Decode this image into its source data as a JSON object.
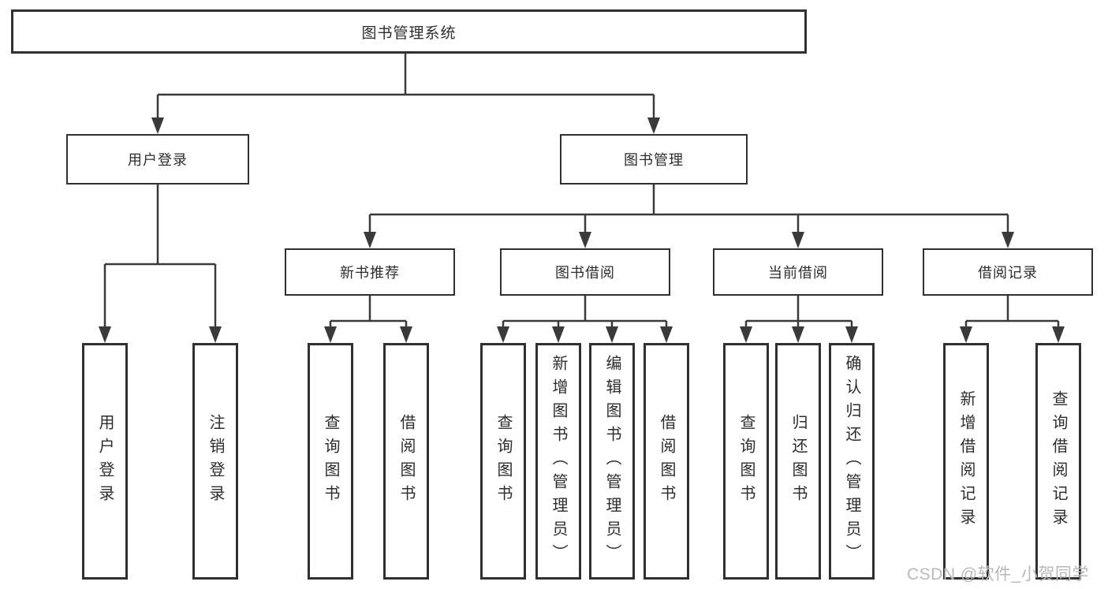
{
  "colors": {
    "background": "#ffffff",
    "line": "#3a3a3a",
    "box_border": "#303030",
    "text": "#2d2d2d",
    "watermark": "#b9b9b9"
  },
  "watermark": "CSDN @软件_小贺同学",
  "tree": {
    "label": "图书管理系统",
    "children": [
      {
        "label": "用户登录",
        "children": [
          {
            "label": "用户登录"
          },
          {
            "label": "注销登录"
          }
        ]
      },
      {
        "label": "图书管理",
        "children": [
          {
            "label": "新书推荐",
            "children": [
              {
                "label": "查询图书"
              },
              {
                "label": "借阅图书"
              }
            ]
          },
          {
            "label": "图书借阅",
            "children": [
              {
                "label": "查询图书"
              },
              {
                "label": "新增图书（管理员）"
              },
              {
                "label": "编辑图书（管理员）"
              },
              {
                "label": "借阅图书"
              }
            ]
          },
          {
            "label": "当前借阅",
            "children": [
              {
                "label": "查询图书"
              },
              {
                "label": "归还图书"
              },
              {
                "label": "确认归还（管理员）"
              }
            ]
          },
          {
            "label": "借阅记录",
            "children": [
              {
                "label": "新增借阅记录"
              },
              {
                "label": "查询借阅记录"
              }
            ]
          }
        ]
      }
    ]
  }
}
